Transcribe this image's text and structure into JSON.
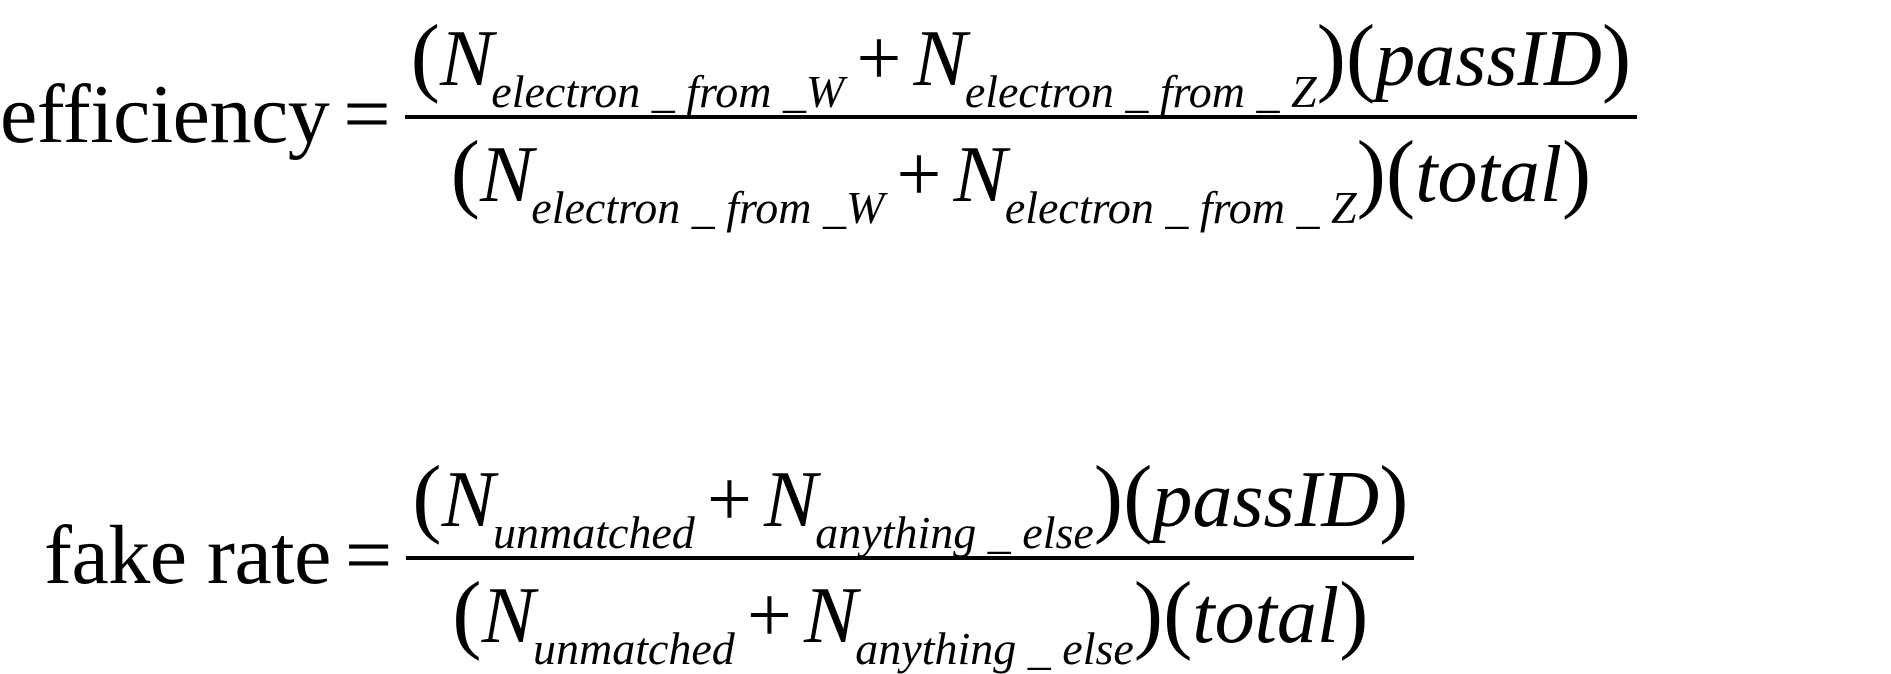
{
  "efficiency": {
    "lhs": "efficiency",
    "equals": "=",
    "numerator": {
      "open_paren": "(",
      "var1": "N",
      "sub1": "electron _ from _W",
      "plus": "+",
      "var2": "N",
      "sub2": "electron _ from _ Z",
      "close_paren": ")",
      "factor_open": "(",
      "factor": "passID",
      "factor_close": ")"
    },
    "denominator": {
      "open_paren": "(",
      "var1": "N",
      "sub1": "electron _ from _W",
      "plus": "+",
      "var2": "N",
      "sub2": "electron _ from _ Z",
      "close_paren": ")",
      "factor_open": "(",
      "factor": "total",
      "factor_close": ")"
    }
  },
  "fake_rate": {
    "lhs": "fake rate",
    "equals": "=",
    "numerator": {
      "open_paren": "(",
      "var1": "N",
      "sub1": "unmatched",
      "plus": "+",
      "var2": "N",
      "sub2": "anything _ else",
      "close_paren": ")",
      "factor_open": "(",
      "factor": "passID",
      "factor_close": ")"
    },
    "denominator": {
      "open_paren": "(",
      "var1": "N",
      "sub1": "unmatched",
      "plus": "+",
      "var2": "N",
      "sub2": "anything _ else",
      "close_paren": ")",
      "factor_open": "(",
      "factor": "total",
      "factor_close": ")"
    }
  }
}
